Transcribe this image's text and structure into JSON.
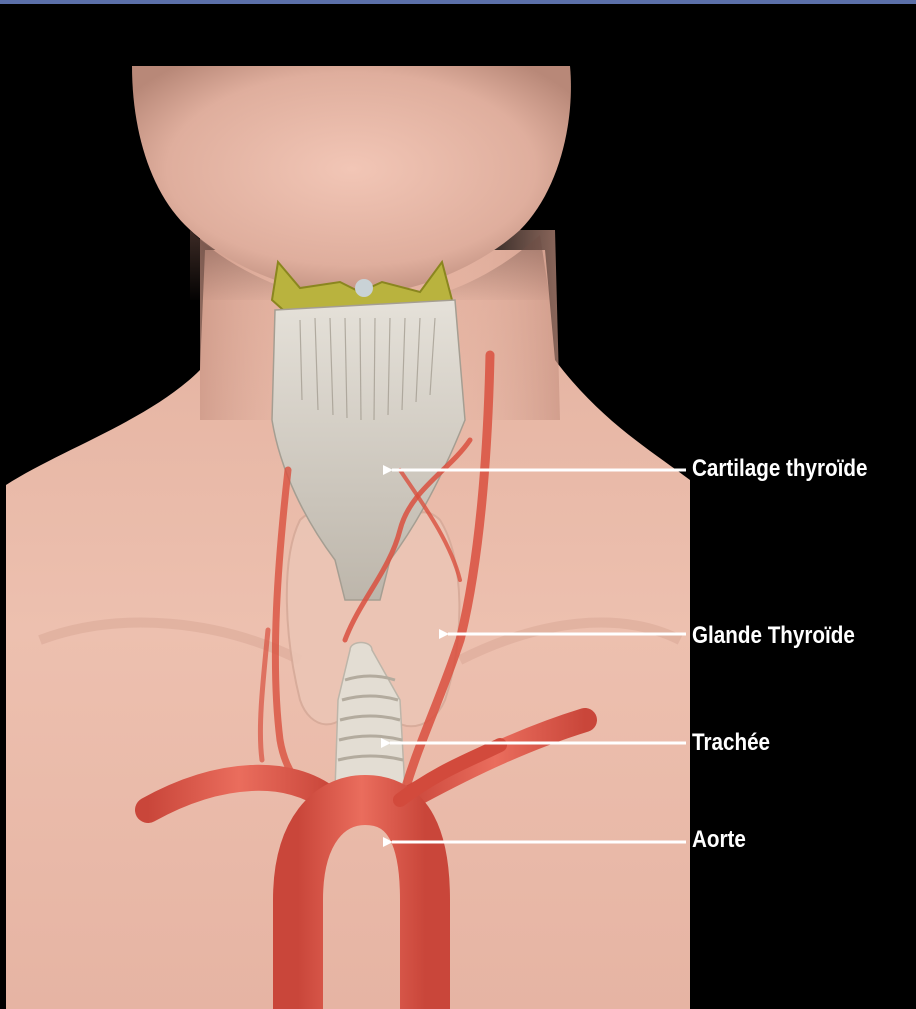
{
  "labels": {
    "cartilage": "Cartilage thyroïde",
    "glande": "Glande Thyroïde",
    "trachee": "Trachée",
    "aorte": "Aorte"
  },
  "colors": {
    "background": "#000000",
    "skin": "#e8b7a6",
    "skin_shadow": "#c99483",
    "cartilage": "#cfc8bd",
    "thyroid_gland": "#e9c1b0",
    "trachea": "#e3ddd3",
    "artery": "#e05a4c",
    "hyoid": "#b8b23c",
    "label_text": "#ffffff",
    "pointer": "#ffffff"
  }
}
